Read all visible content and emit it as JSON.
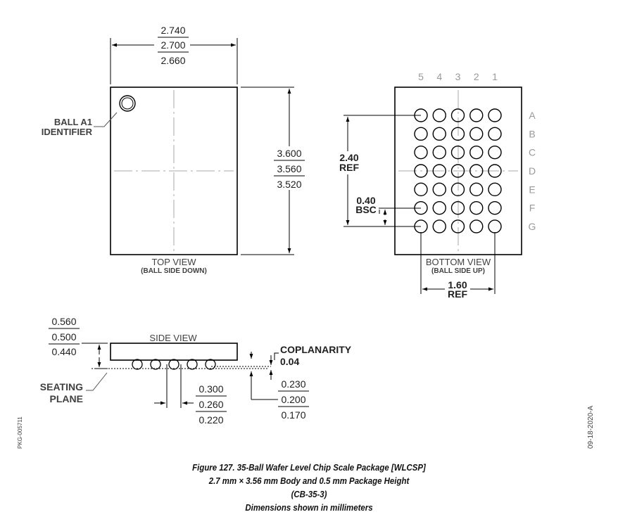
{
  "top_view": {
    "width_dims": [
      "2.740",
      "2.700",
      "2.660"
    ],
    "height_dims": [
      "3.600",
      "3.560",
      "3.520"
    ],
    "ball_a1_label": [
      "BALL A1",
      "IDENTIFIER"
    ],
    "title": "TOP VIEW",
    "subtitle": "(BALL SIDE DOWN)"
  },
  "bottom_view": {
    "column_labels": [
      "5",
      "4",
      "3",
      "2",
      "1"
    ],
    "row_labels": [
      "A",
      "B",
      "C",
      "D",
      "E",
      "F",
      "G"
    ],
    "ref_height": [
      "2.40",
      "REF"
    ],
    "pitch": [
      "0.40",
      "BSC"
    ],
    "ref_width": [
      "1.60",
      "REF"
    ],
    "title": "BOTTOM VIEW",
    "subtitle": "(BALL SIDE UP)"
  },
  "side_view": {
    "title": "SIDE VIEW",
    "height_dims": [
      "0.560",
      "0.500",
      "0.440"
    ],
    "seating_plane": [
      "SEATING",
      "PLANE"
    ],
    "ball_dims": [
      "0.300",
      "0.260",
      "0.220"
    ],
    "coplanarity": [
      "COPLANARITY",
      "0.04"
    ],
    "standoff_dims": [
      "0.230",
      "0.200",
      "0.170"
    ]
  },
  "side_codes": {
    "left": "PKG-005711",
    "right": "09-18-2020-A"
  },
  "caption": {
    "line1": "Figure 127. 35-Ball Wafer Level Chip Scale Package [WLCSP]",
    "line2": "2.7 mm × 3.56 mm Body and 0.5 mm Package Height",
    "line3": "(CB-35-3)",
    "line4": "Dimensions shown in millimeters"
  }
}
